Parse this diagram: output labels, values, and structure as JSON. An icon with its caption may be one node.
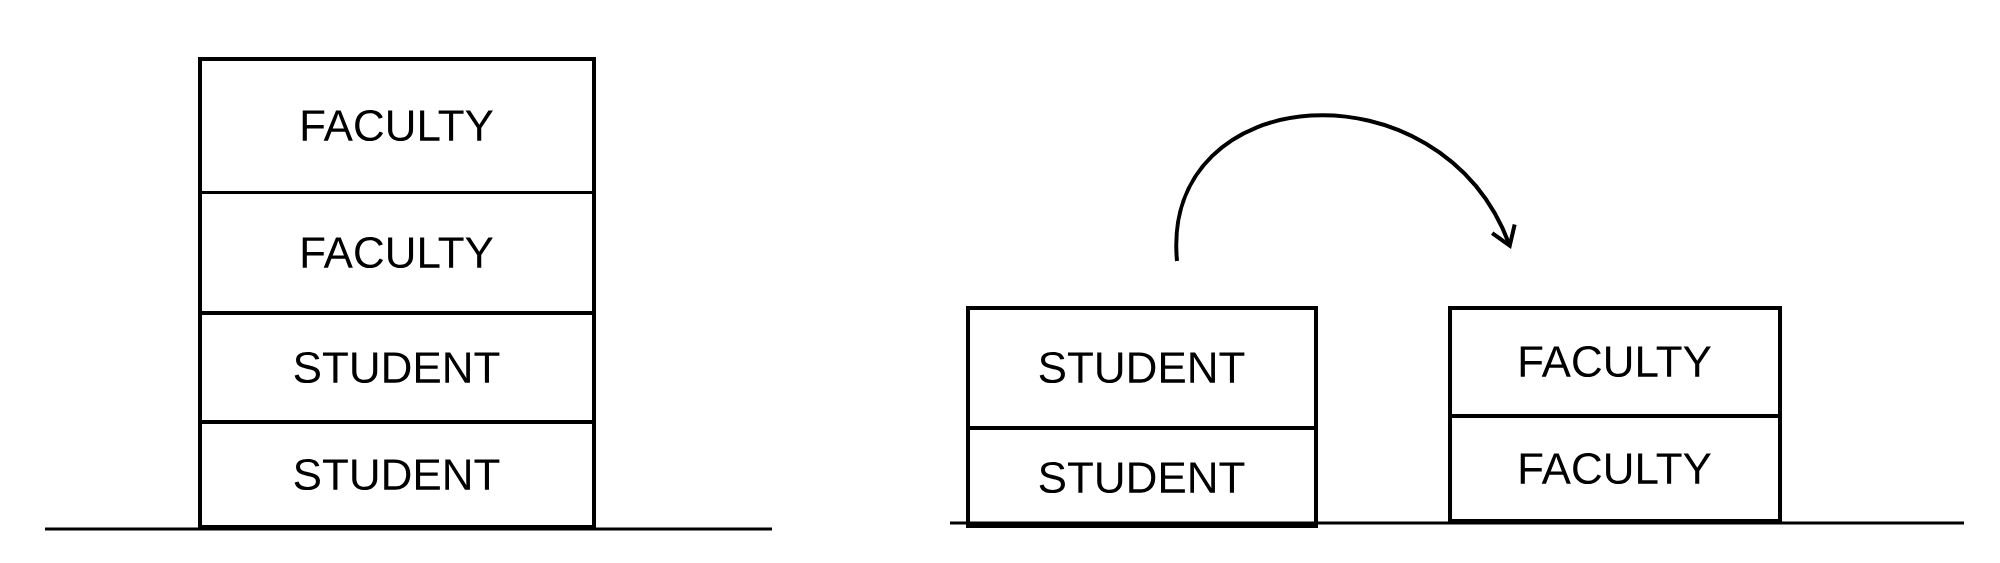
{
  "diagram": {
    "nodes": [
      {
        "text": [],
        "shape": "box"
      },
      {
        "text": [
          "FACULTY"
        ],
        "in": 0
      },
      {
        "text": [
          "FACULTY"
        ],
        "in": 0
      },
      {
        "text": [
          "STUDENT"
        ],
        "in": 0
      },
      {
        "text": [
          "STUDENT"
        ],
        "in": 0
      },
      {
        "text": [],
        "shape": "box"
      },
      {
        "text": [
          "STUDENT"
        ],
        "in": 5
      },
      {
        "text": [
          "STUDENT"
        ],
        "in": 5
      },
      {
        "text": [],
        "shape": "box"
      },
      {
        "text": [
          "FACULTY"
        ],
        "in": 8
      },
      {
        "text": [
          "FACULTY"
        ],
        "in": 8
      }
    ],
    "edges": [
      {
        "from": 5,
        "to": 8,
        "arrow": "to"
      }
    ]
  }
}
